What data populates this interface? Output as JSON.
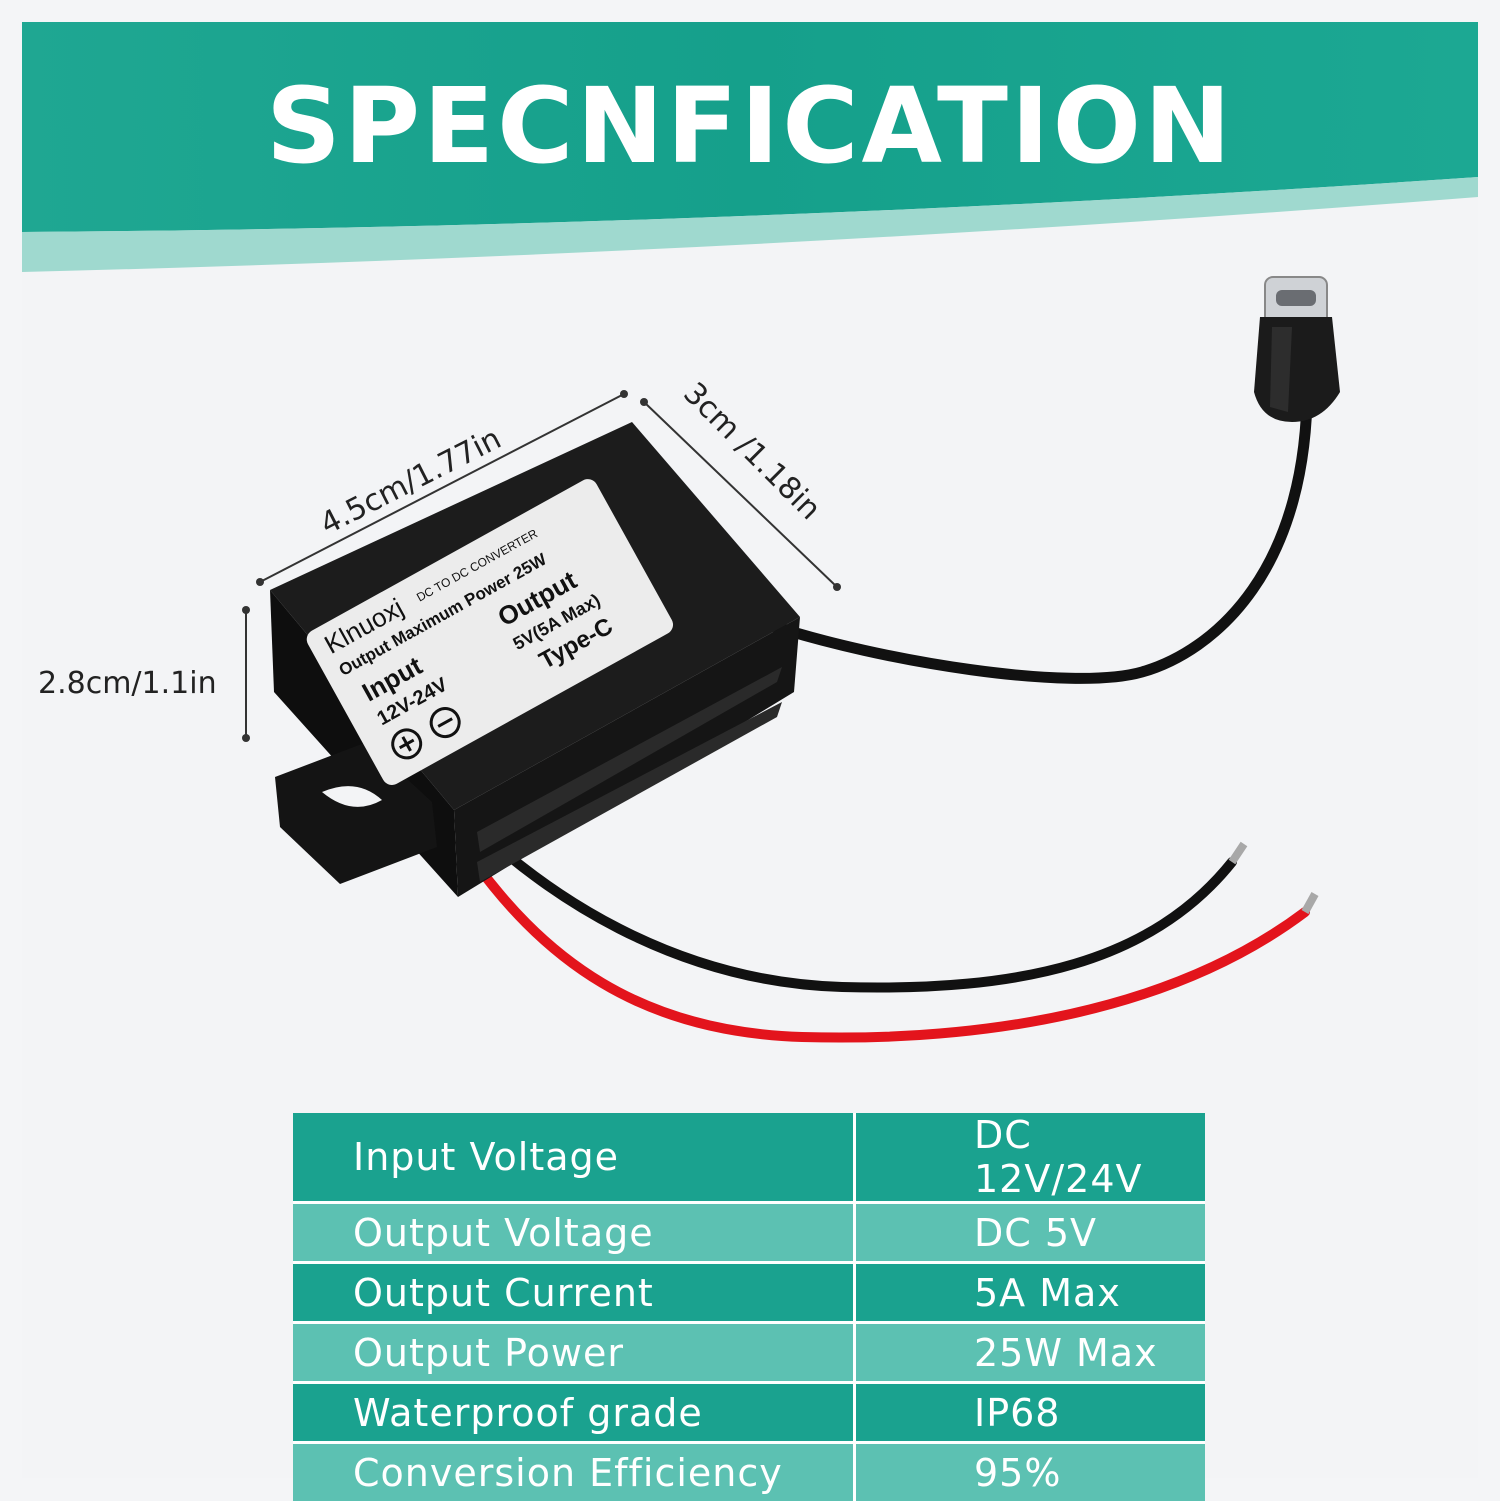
{
  "banner": {
    "title": "SPECNFICATION"
  },
  "product": {
    "dimensions": {
      "length": "4.5cm/1.77in",
      "width": "3cm /1.18in",
      "height": "2.8cm/1.1in"
    },
    "label": {
      "brand": "Klnuoxj",
      "subtitle": "DC TO DC CONVERTER",
      "max_power": "Output Maximum Power 25W",
      "input_title": "Input",
      "input_range": "12V-24V",
      "output_title": "Output",
      "output_value": "5V(5A Max)",
      "output_type": "Type-C"
    },
    "colors": {
      "body": "#141414",
      "label": "#ececec",
      "red_wire": "#e3141c",
      "black_wire": "#111111"
    }
  },
  "specs": [
    {
      "key": "Input Voltage",
      "value": "DC 12V/24V"
    },
    {
      "key": "Output Voltage",
      "value": "DC 5V"
    },
    {
      "key": "Output Current",
      "value": "5A Max"
    },
    {
      "key": "Output Power",
      "value": "25W Max"
    },
    {
      "key": "Waterproof grade",
      "value": "IP68"
    },
    {
      "key": "Conversion Efficiency",
      "value": "95%"
    }
  ],
  "colors": {
    "teal_dark": "#1aa28f",
    "teal_light": "#5cc1b2",
    "background": "#f3f4f6"
  }
}
